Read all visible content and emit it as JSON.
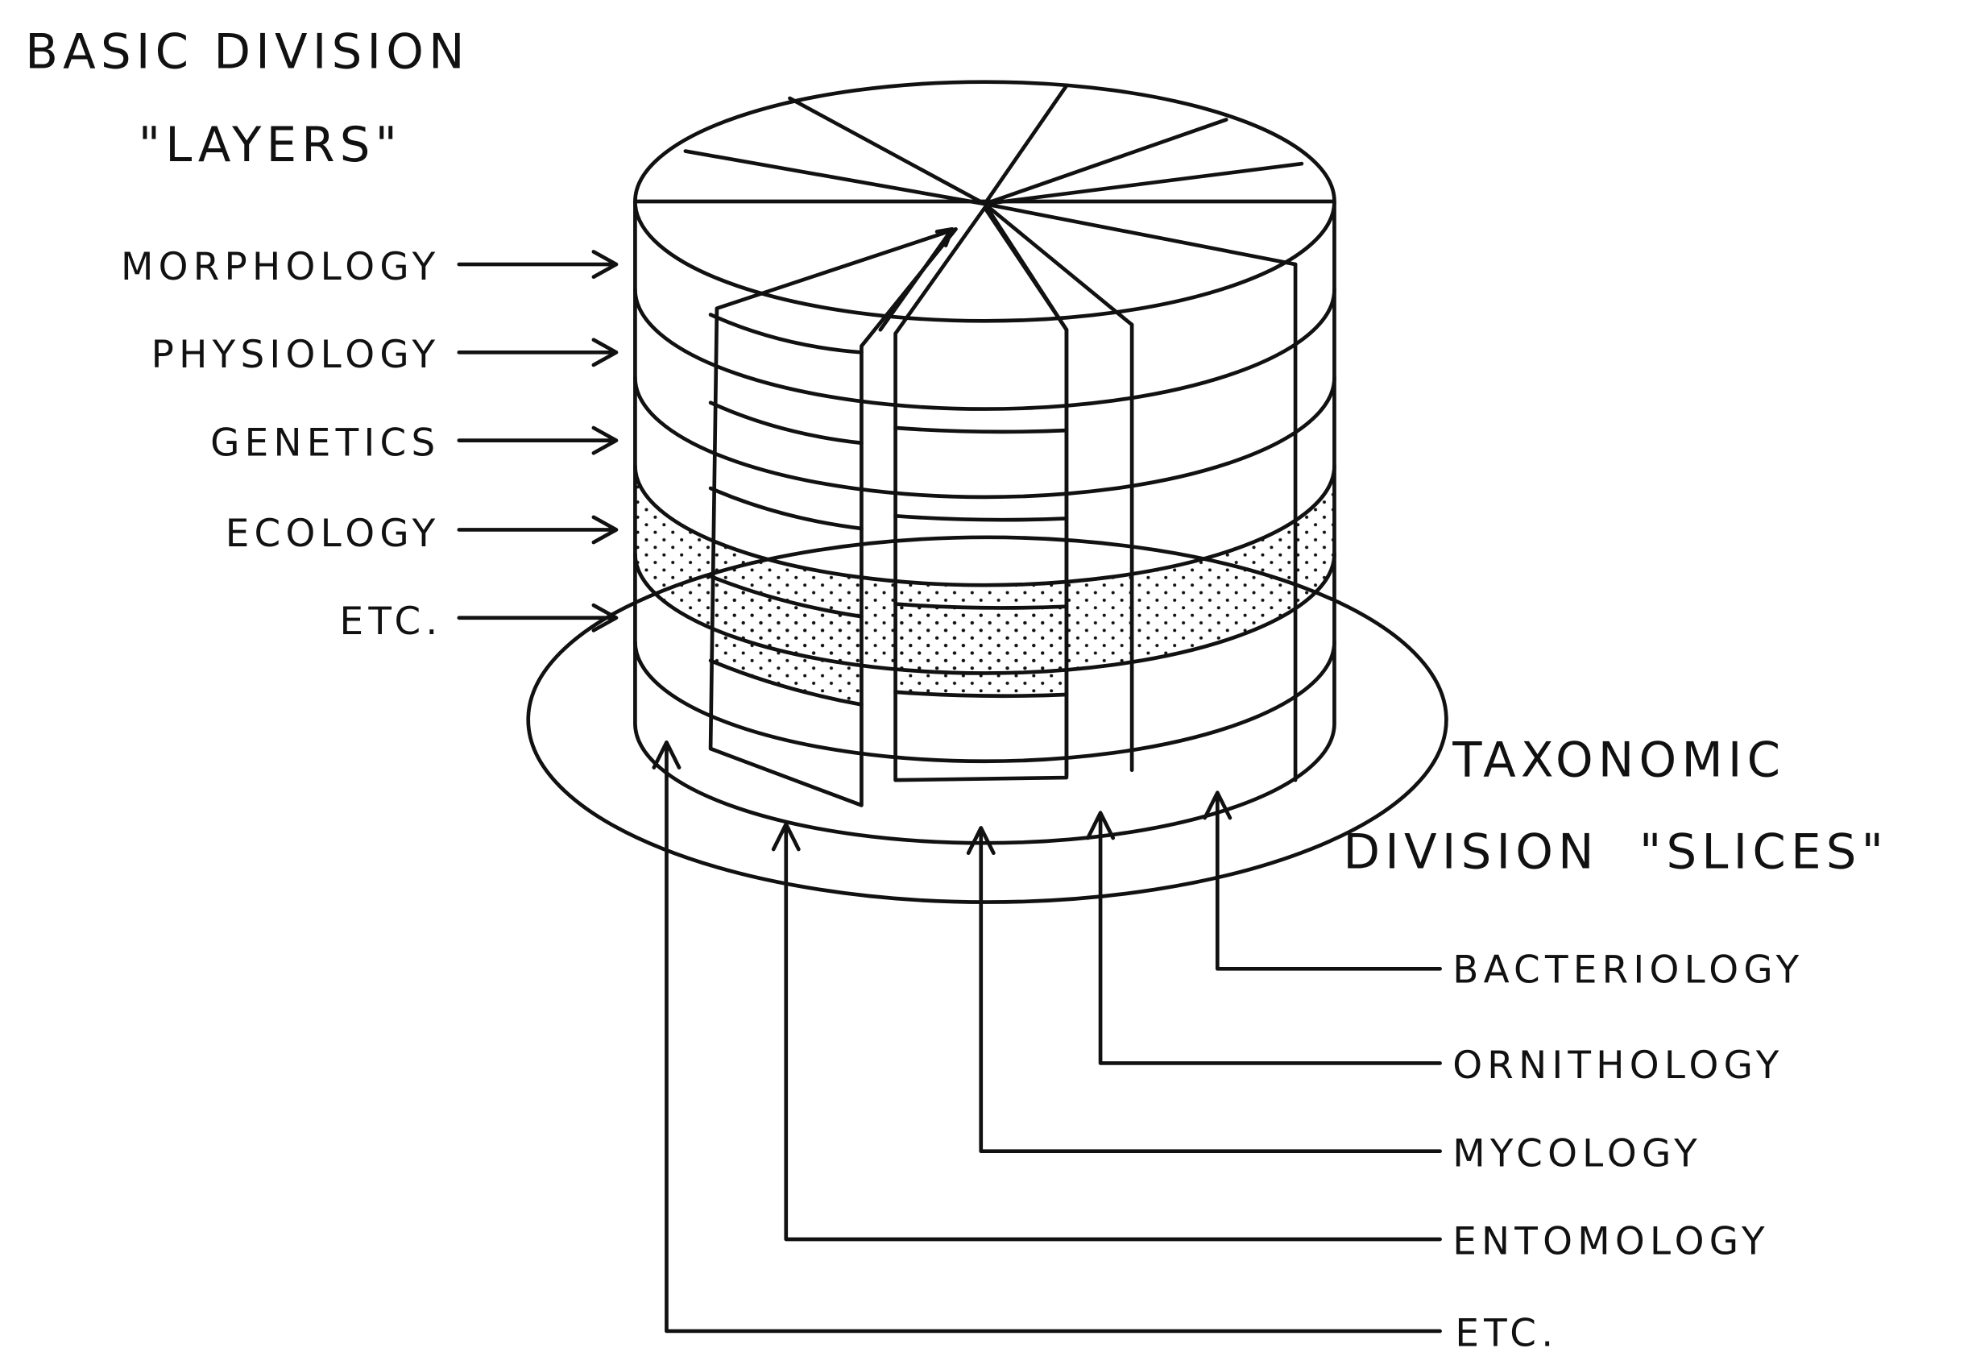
{
  "title": {
    "line1": "BASIC DIVISION",
    "line2": "\"LAYERS\""
  },
  "layers": [
    "MORPHOLOGY",
    "PHYSIOLOGY",
    "GENETICS",
    "ECOLOGY",
    "ETC."
  ],
  "slices_title": {
    "line1": "TAXONOMIC",
    "line2": "DIVISION  \"SLICES\""
  },
  "slices": [
    "BACTERIOLOGY",
    "ORNITHOLOGY",
    "MYCOLOGY",
    "ENTOMOLOGY",
    "ETC."
  ],
  "colors": {
    "ink": "#111111",
    "paper": "#ffffff"
  }
}
